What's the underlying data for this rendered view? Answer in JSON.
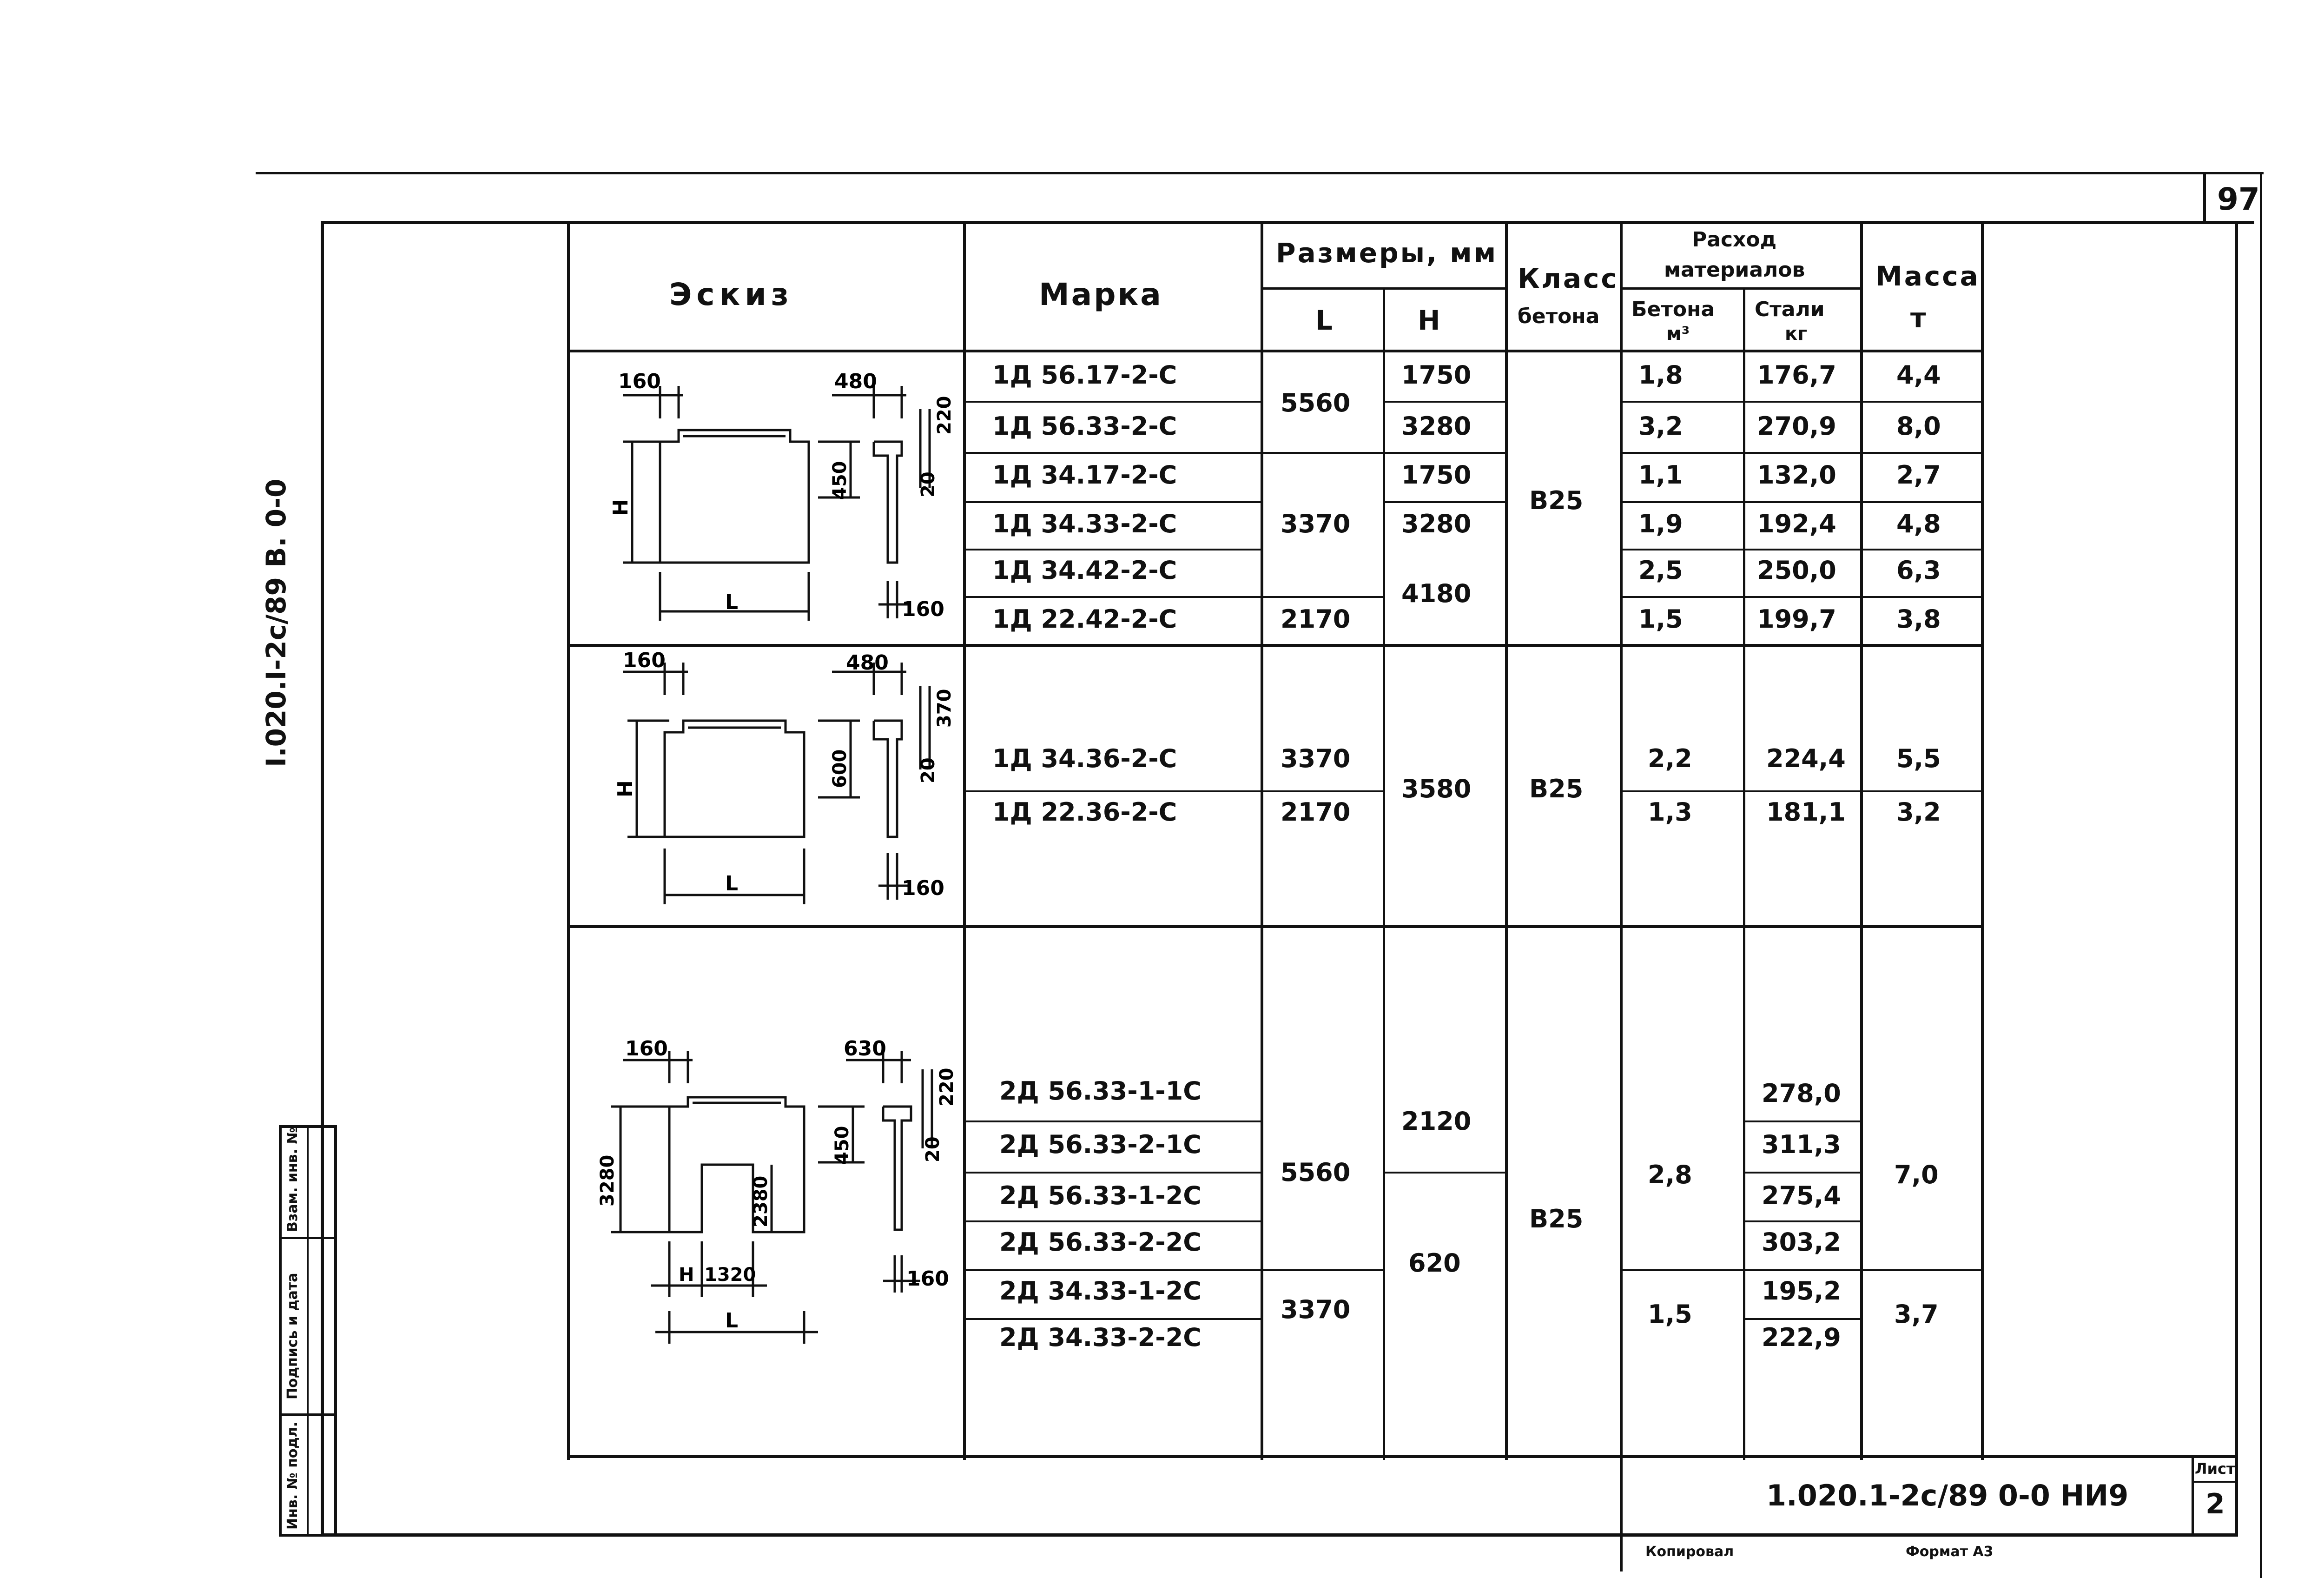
{
  "page_number": "97",
  "side_code": "I.020.I-2c/89 B. 0-0",
  "side_stamp": [
    "Инв. № подл.",
    "Подпись и дата",
    "Взам. инв. №"
  ],
  "header": {
    "sketch": "Эскиз",
    "mark": "Марка",
    "dims": "Размеры, мм",
    "dim_L": "L",
    "dim_H": "H",
    "class": "Класс",
    "class2": "бетона",
    "consumption": "Расход",
    "consumption2": "материалов",
    "concrete": "Бетона",
    "concrete_unit": "м³",
    "steel": "Стали",
    "steel_unit": "кг",
    "mass": "Масса",
    "mass_unit": "т"
  },
  "group1": {
    "marks": [
      "1Д 56.17-2-С",
      "1Д 56.33-2-С",
      "1Д 34.17-2-С",
      "1Д 34.33-2-С",
      "1Д 34.42-2-С",
      "1Д 22.42-2-С"
    ],
    "L": [
      "5560",
      "3370",
      "2170"
    ],
    "H": [
      "1750",
      "3280",
      "1750",
      "3280",
      "4180"
    ],
    "class": "В25",
    "concrete": [
      "1,8",
      "3,2",
      "1,1",
      "1,9",
      "2,5",
      "1,5"
    ],
    "steel": [
      "176,7",
      "270,9",
      "132,0",
      "192,4",
      "250,0",
      "199,7"
    ],
    "mass": [
      "4,4",
      "8,0",
      "2,7",
      "4,8",
      "6,3",
      "3,8"
    ],
    "sketch": {
      "d1": "160",
      "d2": "480",
      "d3": "220",
      "d4": "20",
      "d5": "450",
      "d6": "160",
      "H": "H",
      "L": "L"
    }
  },
  "group2": {
    "marks": [
      "1Д 34.36-2-С",
      "1Д 22.36-2-С"
    ],
    "L": [
      "3370",
      "2170"
    ],
    "H": "3580",
    "class": "В25",
    "concrete": [
      "2,2",
      "1,3"
    ],
    "steel": [
      "224,4",
      "181,1"
    ],
    "mass": [
      "5,5",
      "3,2"
    ],
    "sketch": {
      "d1": "160",
      "d2": "480",
      "d3": "370",
      "d4": "20",
      "d5": "600",
      "d6": "160",
      "H": "H",
      "L": "L"
    }
  },
  "group3": {
    "marks": [
      "2Д 56.33-1-1С",
      "2Д 56.33-2-1С",
      "2Д 56.33-1-2С",
      "2Д 56.33-2-2С",
      "2Д 34.33-1-2С",
      "2Д 34.33-2-2С"
    ],
    "L": [
      "5560",
      "3370"
    ],
    "H": [
      "2120",
      "620"
    ],
    "class": "В25",
    "concrete": [
      "2,8",
      "1,5"
    ],
    "steel": [
      "278,0",
      "311,3",
      "275,4",
      "303,2",
      "195,2",
      "222,9"
    ],
    "mass": [
      "7,0",
      "3,7"
    ],
    "sketch": {
      "d1": "160",
      "d2": "630",
      "d3": "220",
      "d4": "20",
      "d5": "450",
      "d6": "160",
      "d7": "3280",
      "d8": "2380",
      "d9": "H",
      "d10": "1320",
      "L": "L"
    }
  },
  "title_block": {
    "code": "1.020.1-2с/89 0-0 НИ9",
    "sheet_label": "Лист",
    "sheet": "2"
  },
  "footer": {
    "copied": "Копировал",
    "format": "Формат А3"
  }
}
